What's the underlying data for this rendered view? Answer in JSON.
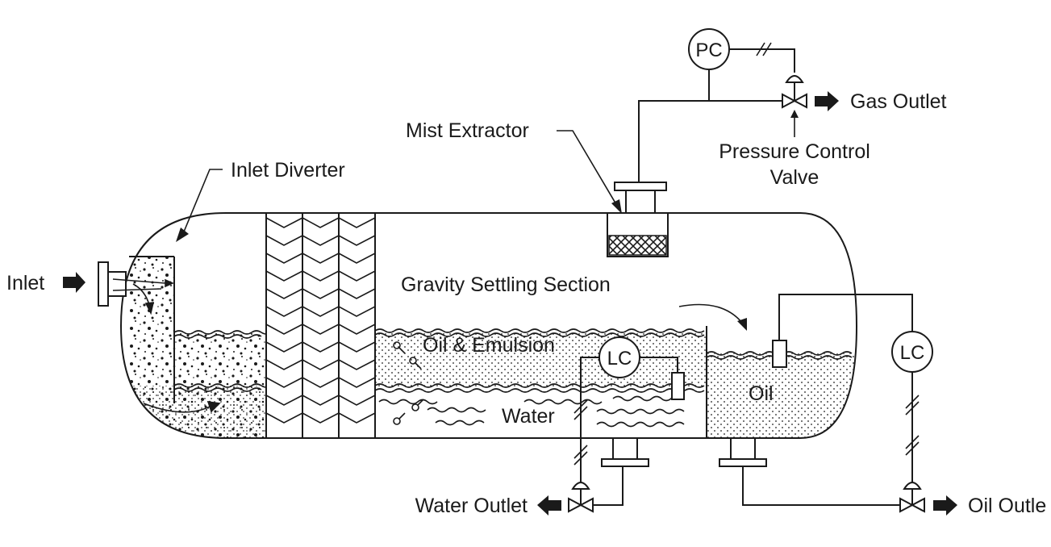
{
  "labels": {
    "inlet": "Inlet",
    "inlet_diverter": "Inlet Diverter",
    "mist_extractor": "Mist Extractor",
    "gas_outlet": "Gas Outlet",
    "pressure_control_valve_line1": "Pressure Control",
    "pressure_control_valve_line2": "Valve",
    "gravity_settling_section": "Gravity Settling Section",
    "oil_emulsion": "Oil & Emulsion",
    "water": "Water",
    "oil": "Oil",
    "water_outlet": "Water Outlet",
    "oil_outlet": "Oil Outle"
  },
  "instruments": {
    "pressure_controller": "PC",
    "level_controller_interface": "LC",
    "level_controller_oil": "LC"
  },
  "colors": {
    "line": "#1a1a1a",
    "background": "#ffffff"
  }
}
